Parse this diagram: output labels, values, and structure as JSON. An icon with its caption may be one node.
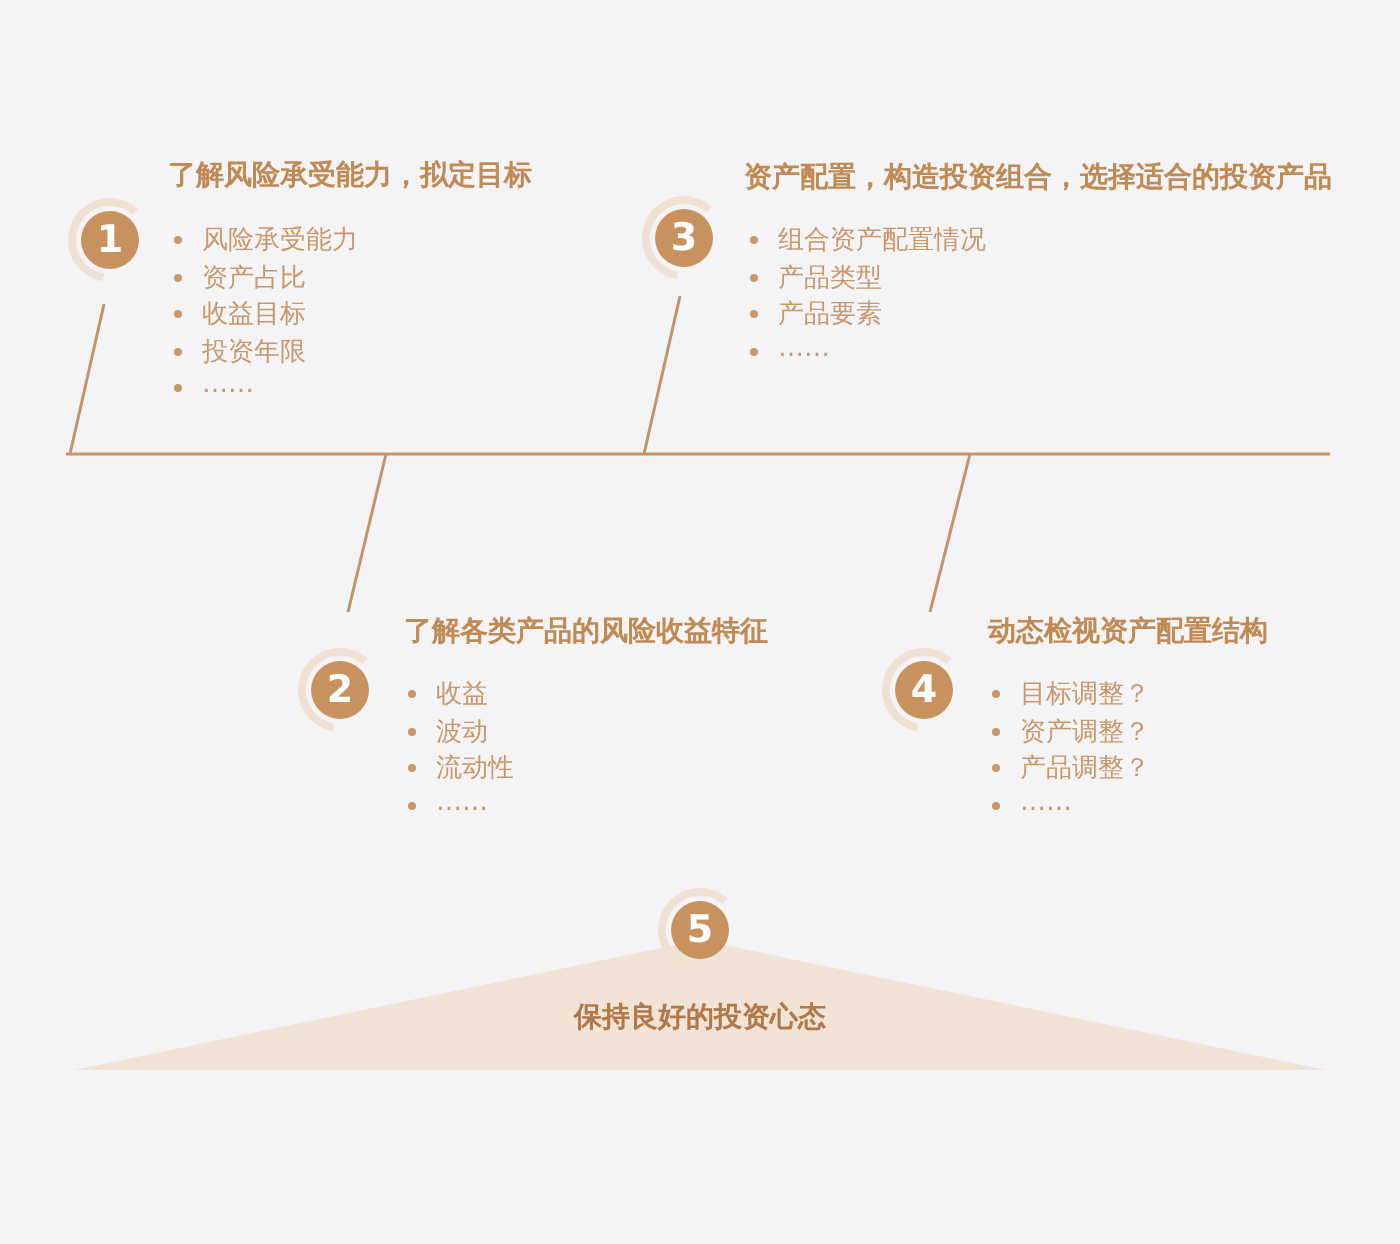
{
  "diagram": {
    "nodes": [
      {
        "text": [
          "1"
        ],
        "beside": [
          "了解风险承受能力，拟定目标",
          "风险承受能力",
          "资产占比",
          "收益目标",
          "投资年限",
          "……"
        ]
      },
      {
        "text": [
          "2"
        ],
        "beside": [
          "了解各类产品的风险收益特征",
          "收益",
          "波动",
          "流动性",
          "……"
        ]
      },
      {
        "text": [
          "3"
        ],
        "beside": [
          "资产配置，构造投资组合，选择适合的投资产品",
          "组合资产配置情况",
          "产品类型",
          "产品要素",
          "……"
        ]
      },
      {
        "text": [
          "4"
        ],
        "beside": [
          "动态检视资产配置结构",
          "目标调整？",
          "资产调整？",
          "产品调整？",
          "……"
        ]
      },
      {
        "text": [
          "5"
        ]
      },
      {
        "text": [
          "保持良好的投资心态"
        ]
      }
    ]
  }
}
